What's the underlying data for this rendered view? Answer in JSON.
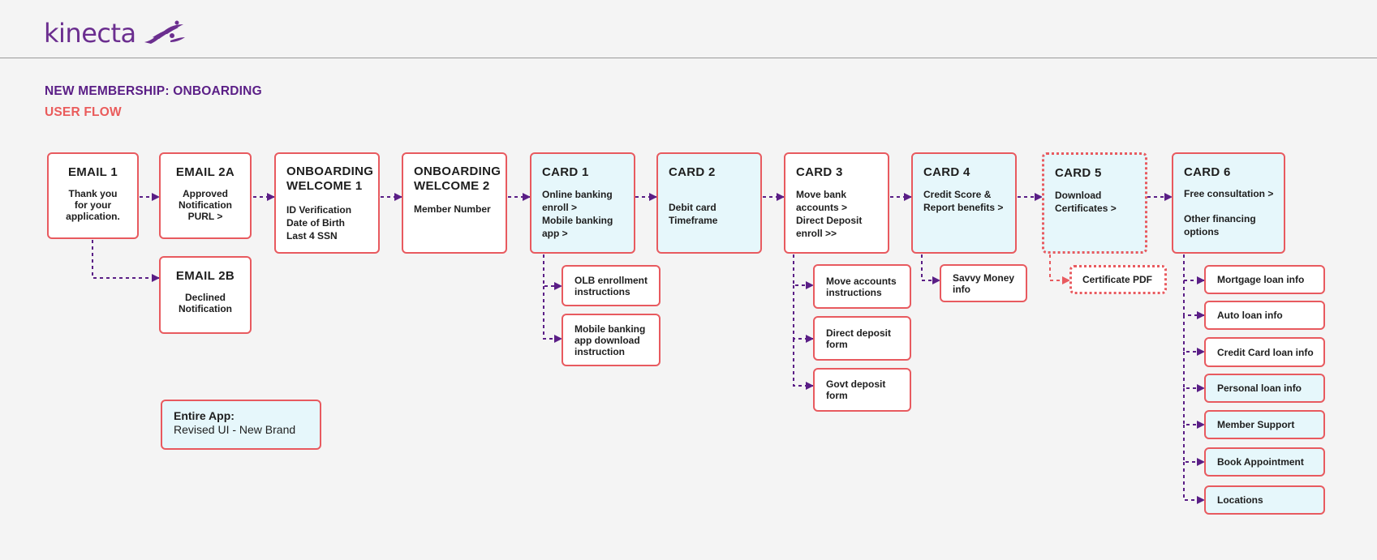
{
  "brand": {
    "name": "kinecta",
    "logo_icon": "kinecta-swirl-logo",
    "color_primary": "#5a1e86",
    "color_accent": "#ea5b5b",
    "card_fill": "#e6f7fb"
  },
  "title": "NEW MEMBERSHIP: ONBOARDING",
  "subtitle": "USER FLOW",
  "main_steps": [
    {
      "id": "email1",
      "title": "EMAIL 1",
      "body": [
        "Thank you\nfor your\napplication."
      ]
    },
    {
      "id": "email2a",
      "title": "EMAIL 2A",
      "body": [
        "Approved\nNotification\nPURL >"
      ]
    },
    {
      "id": "welcome1",
      "title": "ONBOARDING\nWELCOME 1",
      "body": [
        "ID Verification\nDate of Birth\nLast 4 SSN"
      ]
    },
    {
      "id": "welcome2",
      "title": "ONBOARDING\nWELCOME 2",
      "body": [
        "Member Number"
      ]
    },
    {
      "id": "card1",
      "title": "CARD 1",
      "body": [
        "Online banking\nenroll >\nMobile banking\napp >"
      ]
    },
    {
      "id": "card2",
      "title": "CARD 2",
      "body": [
        "Debit card\nTimeframe"
      ]
    },
    {
      "id": "card3",
      "title": "CARD 3",
      "body": [
        "Move bank\naccounts >\nDirect Deposit\nenroll >>"
      ]
    },
    {
      "id": "card4",
      "title": "CARD 4",
      "body": [
        "Credit Score &\nReport benefits >"
      ]
    },
    {
      "id": "card5",
      "title": "CARD 5",
      "body": [
        "Download\nCertificates >"
      ]
    },
    {
      "id": "card6",
      "title": "CARD 6",
      "body": [
        "Free consultation >",
        "Other financing\noptions"
      ]
    }
  ],
  "email2b": {
    "title": "EMAIL 2B",
    "body": "Declined\nNotification"
  },
  "card1_subs": [
    "OLB enrollment\ninstructions",
    "Mobile banking\napp download\ninstruction"
  ],
  "card3_subs": [
    "Move accounts\ninstructions",
    "Direct deposit\nform",
    "Govt deposit\nform"
  ],
  "card4_subs": [
    "Savvy Money\ninfo"
  ],
  "card5_subs": [
    "Certificate PDF"
  ],
  "card6_subs": [
    "Mortgage loan info",
    "Auto loan info",
    "Credit Card loan info",
    "Personal loan info",
    "Member Support",
    "Book Appointment",
    "Locations"
  ],
  "note": {
    "heading": "Entire App:",
    "text": "Revised UI - New Brand"
  },
  "connector_colors": {
    "flow": "#5a1e86",
    "certificate": "#e85a5f"
  }
}
